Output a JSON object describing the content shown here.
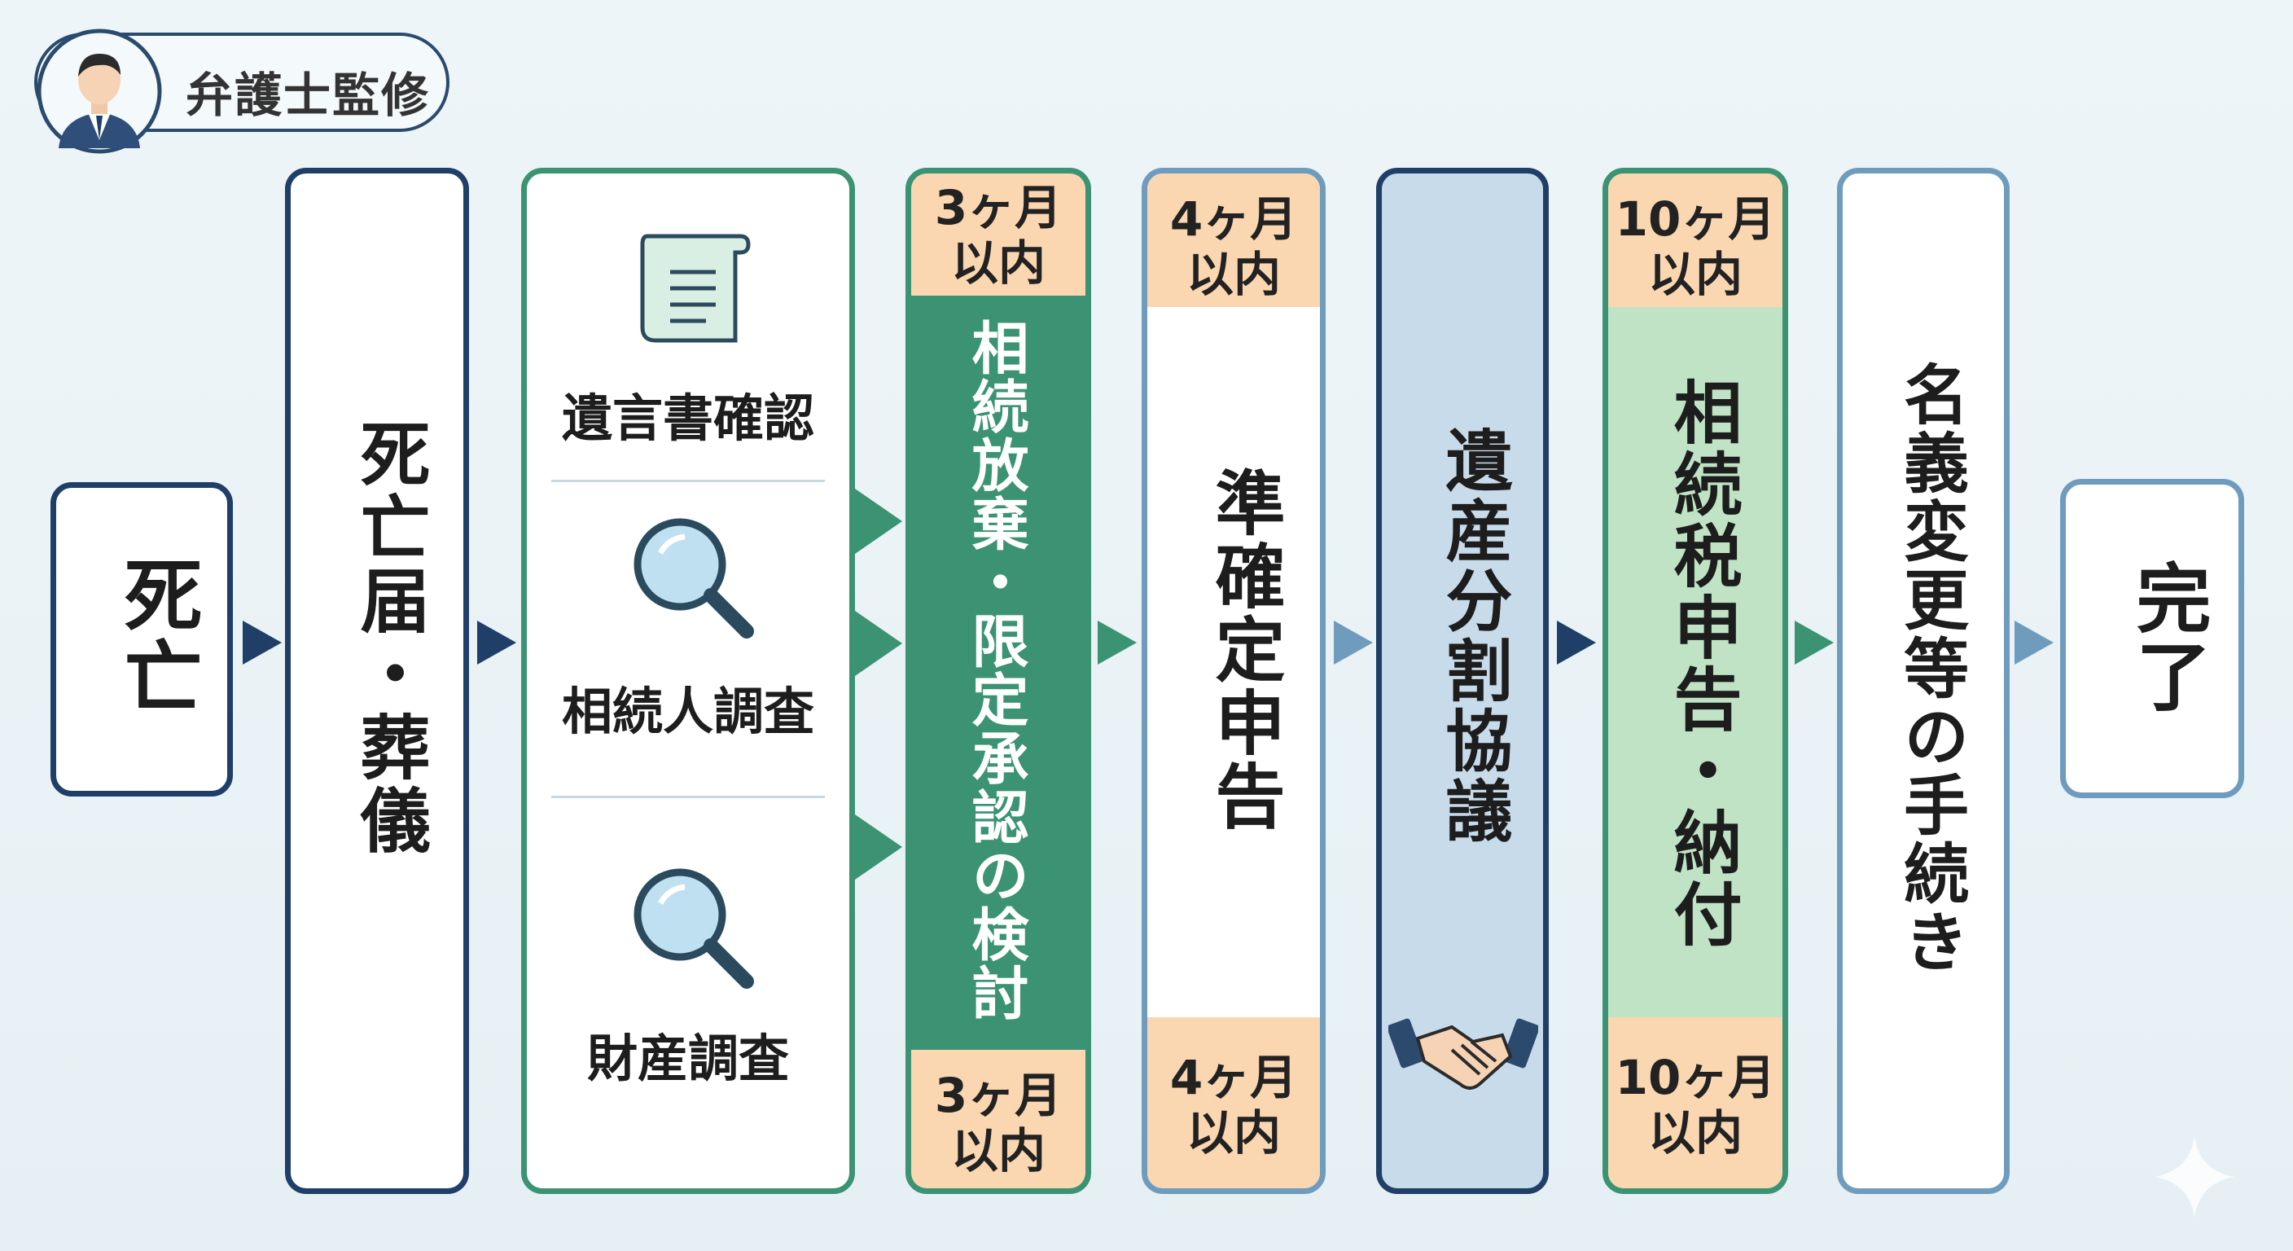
{
  "badge": {
    "label": "弁護士監修"
  },
  "steps": {
    "death": "死亡",
    "notice": "死亡届・葬儀",
    "investigation": {
      "items": [
        "遺言書確認",
        "相続人調査",
        "財産調査"
      ]
    },
    "renunciation": {
      "label": "相続放棄・限定承認の検討",
      "deadline_top": [
        "3ヶ月",
        "以内"
      ],
      "deadline_bottom": [
        "3ヶ月",
        "以内"
      ]
    },
    "quasi_tax": {
      "label": "準確定申告",
      "deadline_top": [
        "4ヶ月",
        "以内"
      ],
      "deadline_bottom": [
        "4ヶ月",
        "以内"
      ]
    },
    "division": {
      "label": "遺産分割協議"
    },
    "inheritance_tax": {
      "label": "相続税申告・納付",
      "deadline_top": [
        "10ヶ月",
        "以内"
      ],
      "deadline_bottom": [
        "10ヶ月",
        "以内"
      ]
    },
    "title_change": {
      "label": "名義変更等の手続き"
    },
    "complete": "完了"
  },
  "colors": {
    "navy": "#1f3f68",
    "green": "#3b9373",
    "steel_blue": "#6f9bbd",
    "light_blue_fill": "#c8dbea",
    "light_green_fill": "#bfe3c4",
    "tag_orange": "#fbd7b1"
  },
  "icons": [
    "lawyer-avatar-icon",
    "scroll-document-icon",
    "magnifier-icon",
    "handshake-icon",
    "sparkle-icon"
  ]
}
